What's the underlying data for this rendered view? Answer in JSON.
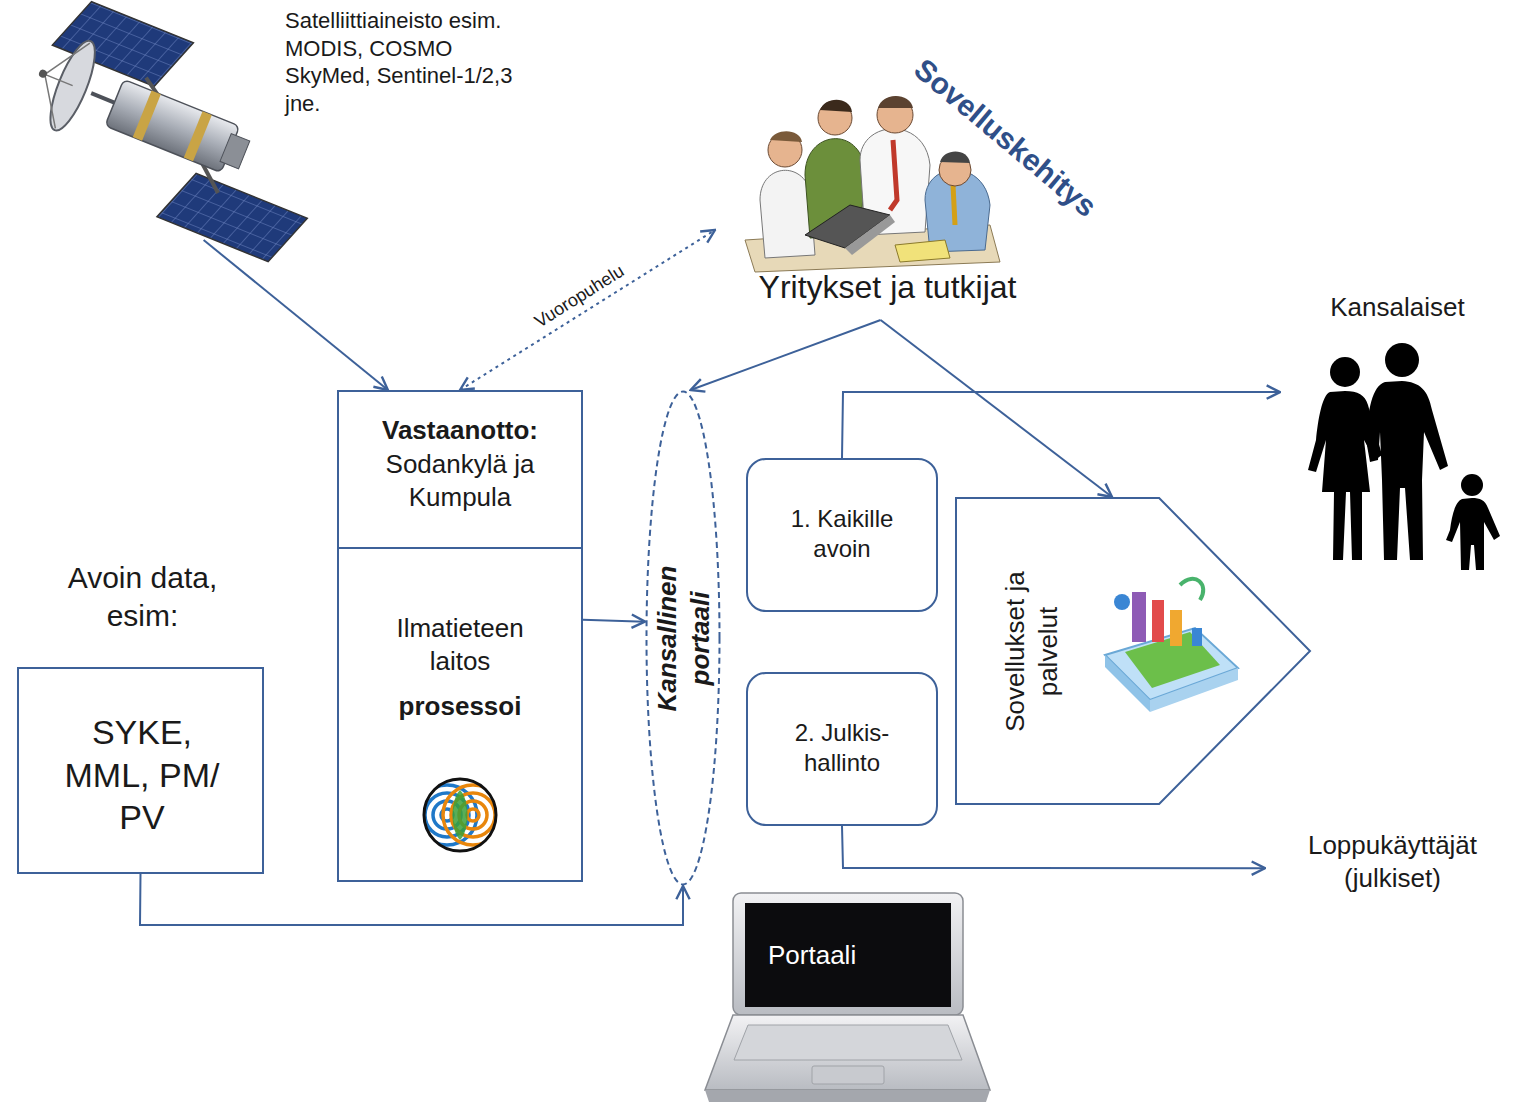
{
  "diagram": {
    "nodes": [
      {
        "text": [
          "Satelliittiaineisto esim. MODIS, COSMO SkyMed, Sentinel-1/2,3 jne."
        ]
      },
      {
        "text": [
          "Yritykset ja tutkijat"
        ]
      },
      {
        "text": [
          "Avoin data, esim:",
          "SYKE, MML, PM/ PV"
        ]
      },
      {
        "text": [
          "Vastaanotto:",
          "Sodankylä ja Kumpula",
          "Ilmatieteen laitos",
          "prosessoi"
        ]
      },
      {
        "text": [
          "Kansallinen portaali"
        ]
      },
      {
        "text": [
          "1. Kaikille avoin"
        ]
      },
      {
        "text": [
          "2. Julkis- hallinto"
        ]
      },
      {
        "text": [
          "Sovellukset ja palvelut"
        ]
      },
      {
        "text": [
          "Kansalaiset"
        ]
      },
      {
        "text": [
          "Loppukäyttäjät (julkiset)"
        ]
      }
    ],
    "edges": [
      {
        "from": 0,
        "to": 3,
        "arrow": "to"
      },
      {
        "from": 3,
        "to": 1,
        "label": "Vuoropuhelu",
        "arrow": "both"
      },
      {
        "from": 3,
        "to": 4,
        "arrow": "to"
      },
      {
        "from": 2,
        "to": 4,
        "arrow": "to"
      },
      {
        "from": 1,
        "to": 4,
        "arrow": "to"
      },
      {
        "from": 1,
        "to": 7,
        "arrow": "to"
      },
      {
        "from": 5,
        "to": 8,
        "arrow": "to"
      },
      {
        "from": 6,
        "to": 9,
        "arrow": "to"
      }
    ],
    "labels": [
      "Sovelluskehitys",
      "Portaali"
    ]
  }
}
